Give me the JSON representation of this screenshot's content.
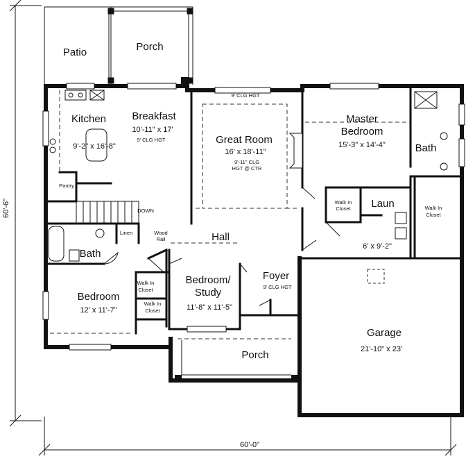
{
  "plan": {
    "overall_width": "60'-0\"",
    "overall_depth": "60'-6\"",
    "rooms": {
      "patio": {
        "name": "Patio"
      },
      "porch_rear": {
        "name": "Porch"
      },
      "kitchen": {
        "name": "Kitchen",
        "size": "9'-2\" x 16'-8\""
      },
      "breakfast": {
        "name": "Breakfast",
        "size": "10'-11\" x 17'",
        "note": "9' CLG HGT"
      },
      "great_room": {
        "name": "Great Room",
        "size": "16' x 18'-11\"",
        "note1": "9'-11\" CLG",
        "note2": "HGT @ CTR",
        "top_note": "9' CLG HGT"
      },
      "master": {
        "name1": "Master",
        "name2": "Bedroom",
        "size": "15'-3\" x 14'-4\""
      },
      "master_bath": {
        "name": "Bath"
      },
      "master_wic": {
        "line1": "Walk In",
        "line2": "Closet"
      },
      "laundry_wic": {
        "line1": "Walk In",
        "line2": "Closet"
      },
      "laundry": {
        "name": "Laun",
        "size": "6' x 9'-2\""
      },
      "pantry": {
        "name": "Pantry"
      },
      "stairs": {
        "label": "DOWN"
      },
      "bath": {
        "name": "Bath"
      },
      "linen": {
        "name": "Linen"
      },
      "wood_rail": {
        "line1": "Wood",
        "line2": "Rail"
      },
      "hall": {
        "name": "Hall"
      },
      "bedroom": {
        "name": "Bedroom",
        "size": "12' x 11'-7\""
      },
      "wic1": {
        "line1": "Walk In",
        "line2": "Closet"
      },
      "wic2": {
        "line1": "Walk In",
        "line2": "Closet"
      },
      "study": {
        "name1": "Bedroom/",
        "name2": "Study",
        "size": "11'-8\" x 11'-5\""
      },
      "foyer": {
        "name": "Foyer",
        "note": "9' CLG HGT"
      },
      "porch_front": {
        "name": "Porch"
      },
      "garage": {
        "name": "Garage",
        "size": "21'-10\" x 23'"
      }
    }
  }
}
